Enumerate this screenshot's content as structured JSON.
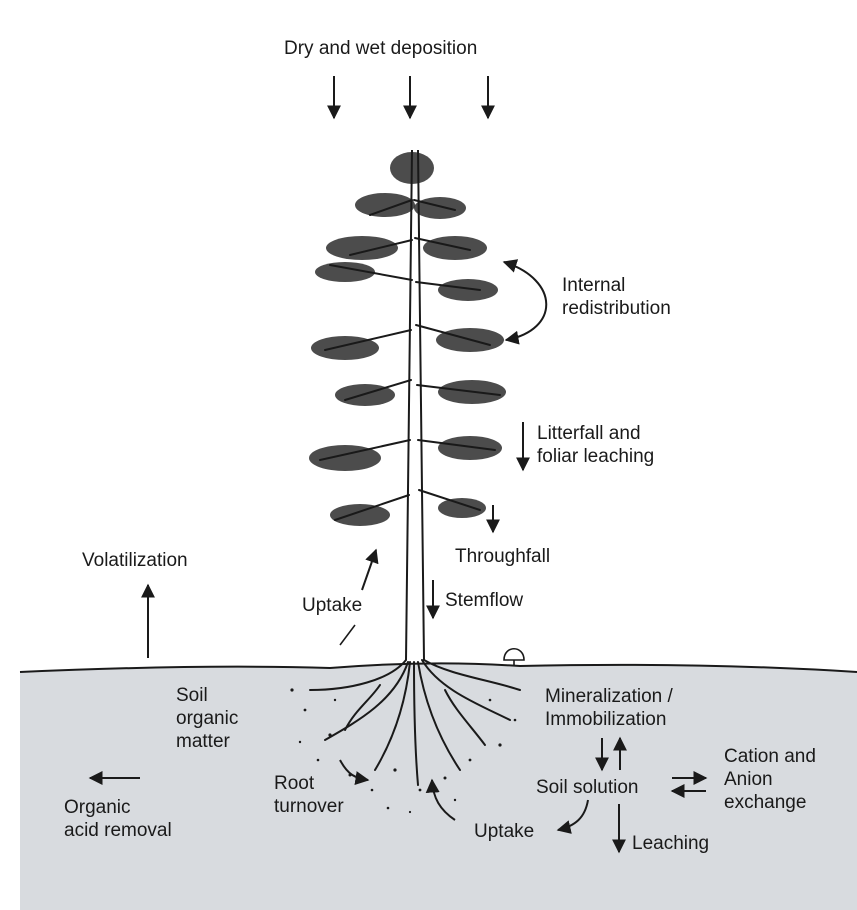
{
  "labels": {
    "dry_wet_deposition": "Dry and wet deposition",
    "internal_redistribution": "Internal\nredistribution",
    "litterfall": "Litterfall and\nfoliar leaching",
    "throughfall": "Throughfall",
    "stemflow": "Stemflow",
    "uptake_above": "Uptake",
    "volatilization": "Volatilization",
    "soil_organic_matter": "Soil\norganic\nmatter",
    "organic_acid_removal": "Organic\nacid removal",
    "root_turnover": "Root\nturnover",
    "uptake_below": "Uptake",
    "mineralization": "Mineralization /\nImmobilization",
    "soil_solution": "Soil solution",
    "cation_anion": "Cation and\nAnion\nexchange",
    "leaching": "Leaching"
  },
  "colors": {
    "ink": "#1a1a1a",
    "soil": "#d8dbdf",
    "paper": "#ffffff"
  }
}
